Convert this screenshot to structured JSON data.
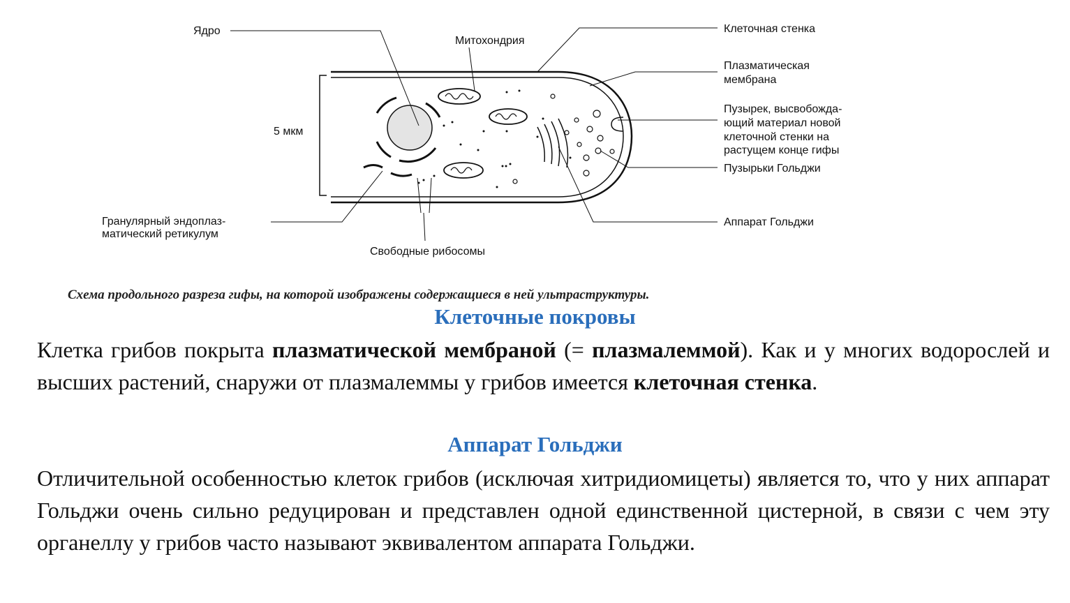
{
  "diagram": {
    "labels": {
      "nucleus": "Ядро",
      "mitochondrion": "Митохондрия",
      "cell_wall": "Клеточная стенка",
      "plasma_membrane_1": "Плазматическая",
      "plasma_membrane_2": "мембрана",
      "vesicle_1": "Пузырек, высвобожда-",
      "vesicle_2": "ющий материал новой",
      "vesicle_3": "клеточной стенки на",
      "vesicle_4": "растущем конце гифы",
      "golgi_vesicles": "Пузырьки Гольджи",
      "golgi_apparatus": "Аппарат Гольджи",
      "scale": "5 мкм",
      "er_1": "Гранулярный эндоплаз-",
      "er_2": "матический ретикулум",
      "ribosomes": "Свободные рибосомы"
    },
    "caption": "Схема продольного разреза гифы, на которой  изображены содержащиеся в ней ультраструктуры."
  },
  "section1": {
    "heading": "Клеточные покровы",
    "t1": "Клетка грибов покрыта ",
    "b1": "плазматической мембраной",
    "t2": " (= ",
    "b2": "плазмалеммой",
    "t3": "). Как и у многих водорослей и высших растений, снаружи от плазмалеммы у грибов имеется ",
    "b3": "клеточная стенка",
    "t4": "."
  },
  "section2": {
    "heading": "Аппарат Гольджи",
    "text": "Отличительной особенностью клеток грибов (исключая хитридиомицеты) является то, что у них аппарат Гольджи очень сильно редуцирован и представлен одной единственной цистерной, в связи с чем эту органеллу у грибов часто называют эквивалентом аппарата Гольджи."
  }
}
